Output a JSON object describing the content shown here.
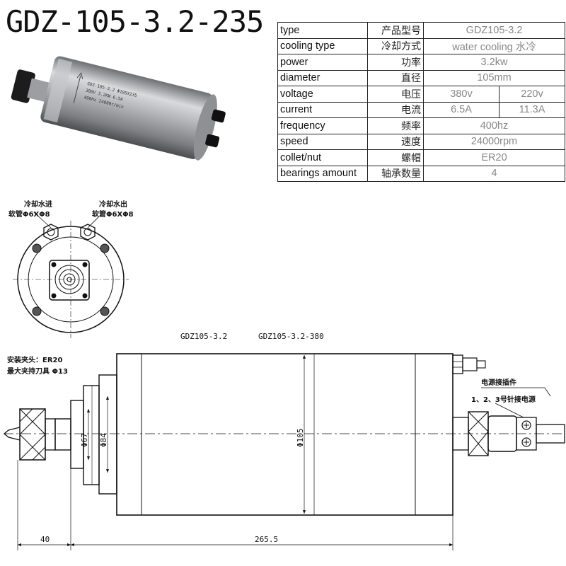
{
  "title": "GDZ-105-3.2-235",
  "specs": {
    "type": {
      "en": "type",
      "cn": "产品型号",
      "value": "GDZ105-3.2"
    },
    "cooling": {
      "en": "cooling type",
      "cn": "冷却方式",
      "value": "water cooling 水冷"
    },
    "power": {
      "en": "power",
      "cn": "功率",
      "value": "3.2kw"
    },
    "diameter": {
      "en": "diameter",
      "cn": "直径",
      "value": "105mm"
    },
    "voltage": {
      "en": "voltage",
      "cn": "电压",
      "value_a": "380v",
      "value_b": "220v"
    },
    "current": {
      "en": "current",
      "cn": "电流",
      "value_a": "6.5A",
      "value_b": "11.3A"
    },
    "frequency": {
      "en": "frequency",
      "cn": "频率",
      "value": "400hz"
    },
    "speed": {
      "en": "speed",
      "cn": "速度",
      "value": "24000rpm"
    },
    "collet": {
      "en": "collet/nut",
      "cn": "螺帽",
      "value": "ER20"
    },
    "bearings": {
      "en": "bearings amount",
      "cn": "轴承数量",
      "value": "4"
    }
  },
  "end_view": {
    "inlet_label": "冷却水进",
    "inlet_hose": "软管Φ6XΦ8",
    "outlet_label": "冷却水出",
    "outlet_hose": "软管Φ6XΦ8"
  },
  "side_view": {
    "model_a": "GDZ105-3.2",
    "model_b": "GDZ105-3.2-380",
    "clamp_label": "安装夹头：ER20",
    "max_tool_label": "最大夹持刀具 Φ13",
    "connector_label": "电源接插件",
    "pins_label": "1、2、3号针接电源",
    "dim_d67": "Φ67",
    "dim_d84": "Φ84",
    "dim_d105": "Φ105",
    "dim_40": "40",
    "dim_265": "265.5"
  },
  "photo": {
    "label_lines": [
      "GDZ-105-3.2  Φ105X235",
      "380V   3.2KW   6.5A",
      "400Hz    24000r/min"
    ]
  }
}
